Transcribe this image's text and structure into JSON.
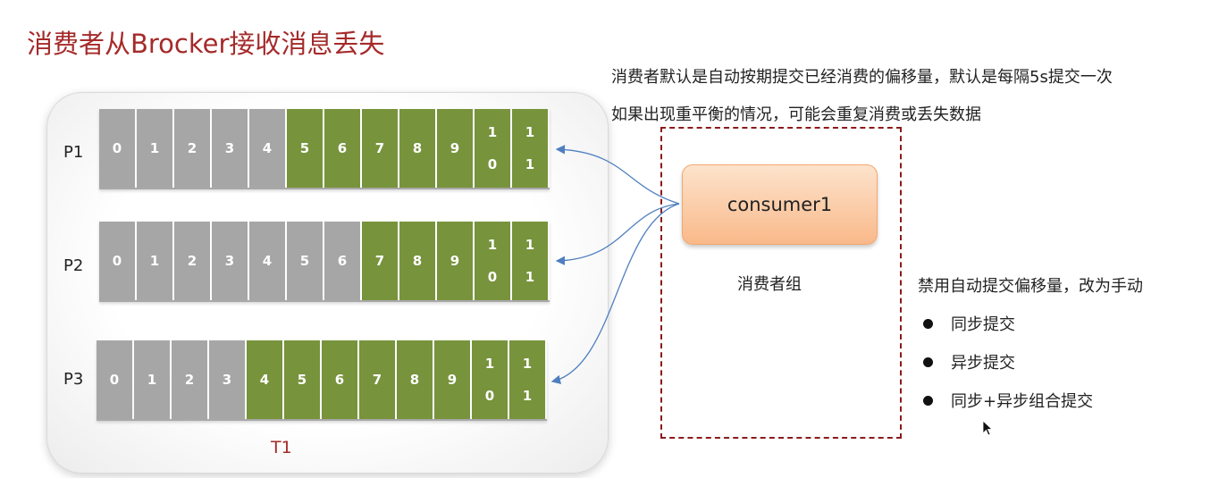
{
  "title": "消费者从Brocker接收消息丢失",
  "notes": [
    "消费者默认是自动按期提交已经消费的偏移量，默认是每隔5s提交一次",
    "如果出现重平衡的情况，可能会重复消费或丢失数据"
  ],
  "topic_label": "T1",
  "partitions": [
    {
      "label": "P1",
      "cells": [
        "0",
        "1",
        "2",
        "3",
        "4",
        "5",
        "6",
        "7",
        "8",
        "9",
        "10",
        "11"
      ],
      "consumed_before": 5
    },
    {
      "label": "P2",
      "cells": [
        "0",
        "1",
        "2",
        "3",
        "4",
        "5",
        "6",
        "7",
        "8",
        "9",
        "10",
        "11"
      ],
      "consumed_before": 7
    },
    {
      "label": "P3",
      "cells": [
        "0",
        "1",
        "2",
        "3",
        "4",
        "5",
        "6",
        "7",
        "8",
        "9",
        "10",
        "11"
      ],
      "consumed_before": 4
    }
  ],
  "consumer_label": "consumer1",
  "group_label": "消费者组",
  "solution": {
    "title": "禁用自动提交偏移量，改为手动",
    "items": [
      "同步提交",
      "异步提交",
      "同步+异步组合提交"
    ]
  },
  "colors": {
    "title": "#a52a2a",
    "consumed": "#a6a6a6",
    "unconsumed": "#77933c",
    "group_border": "#8b1a1a",
    "consumer_fill": "#f9b98a",
    "arrow": "#4f7fbf"
  }
}
